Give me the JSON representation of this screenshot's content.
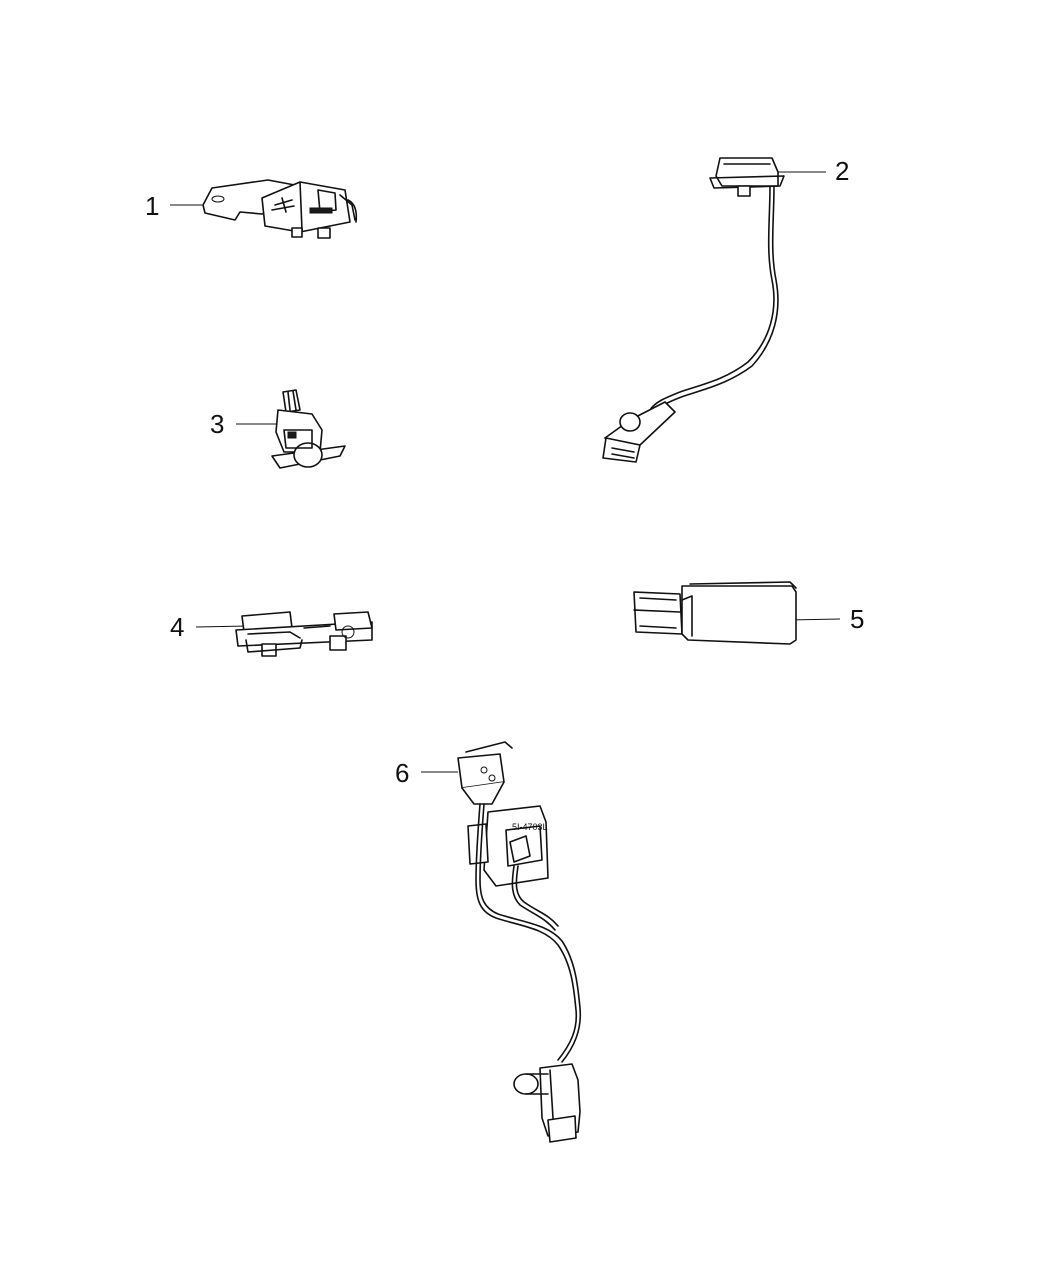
{
  "callouts": [
    {
      "id": "1",
      "label": "1"
    },
    {
      "id": "2",
      "label": "2"
    },
    {
      "id": "3",
      "label": "3"
    },
    {
      "id": "4",
      "label": "4"
    },
    {
      "id": "5",
      "label": "5"
    },
    {
      "id": "6",
      "label": "6"
    }
  ],
  "part_marking": "5I-4703L"
}
